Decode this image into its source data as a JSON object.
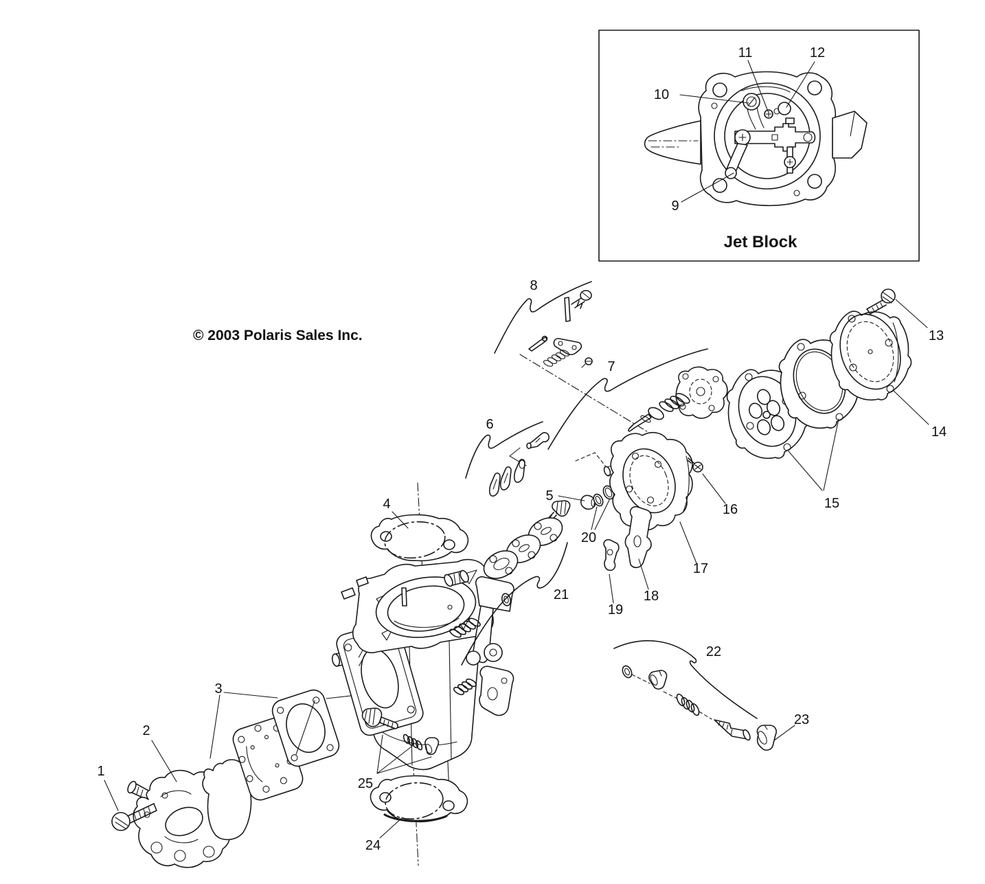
{
  "copyright": "© 2003 Polaris Sales Inc.",
  "inset": {
    "title": "Jet Block",
    "callouts": {
      "c9": "9",
      "c10": "10",
      "c11": "11",
      "c12": "12"
    }
  },
  "callouts": {
    "c1": "1",
    "c2": "2",
    "c3": "3",
    "c4": "4",
    "c5": "5",
    "c6": "6",
    "c7": "7",
    "c8": "8",
    "c13": "13",
    "c14": "14",
    "c15": "15",
    "c16": "16",
    "c17": "17",
    "c18": "18",
    "c19": "19",
    "c20": "20",
    "c21": "21",
    "c22": "22",
    "c23": "23",
    "c24": "24",
    "c25": "25"
  },
  "colors": {
    "line": "#1a1a1a",
    "background": "#ffffff"
  }
}
